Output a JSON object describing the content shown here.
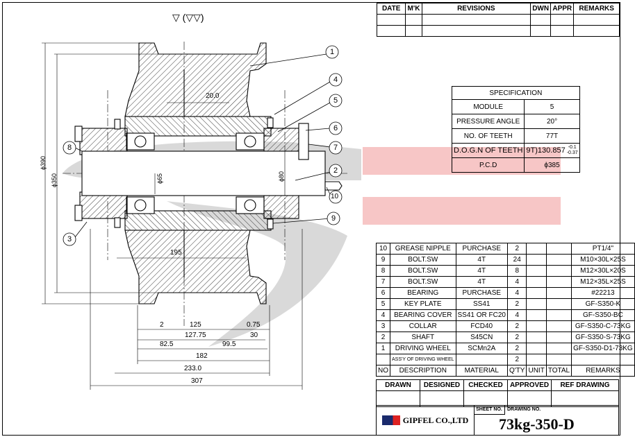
{
  "surface_finish": "▽ (▽▽)",
  "revisions": {
    "headers": [
      "DATE",
      "M'K",
      "REVISIONS",
      "DWN",
      "APPR",
      "REMARKS"
    ]
  },
  "specification": {
    "title": "SPECIFICATION",
    "rows": [
      {
        "label": "MODULE",
        "value": "5"
      },
      {
        "label": "PRESSURE ANGLE",
        "value": "20°"
      },
      {
        "label": "NO. OF TEETH",
        "value": "77T"
      },
      {
        "label": "D.O.G.N OF TEETH",
        "value": "9T)130.857",
        "tol_plus": "-0.1",
        "tol_minus": "-0.37"
      },
      {
        "label": "P.C.D",
        "value": "ϕ385"
      }
    ]
  },
  "bom": {
    "headers": [
      "NO",
      "DESCRIPTION",
      "MATERIAL",
      "Q'TY",
      "UNIT",
      "TOTAL",
      "REMARKS"
    ],
    "rows": [
      {
        "no": "10",
        "desc": "GREASE NIPPLE",
        "mat": "PURCHASE",
        "qty": "2",
        "remarks": "PT1/4\""
      },
      {
        "no": "9",
        "desc": "BOLT.SW",
        "mat": "4T",
        "qty": "24",
        "remarks": "M10×30L×25S"
      },
      {
        "no": "8",
        "desc": "BOLT.SW",
        "mat": "4T",
        "qty": "8",
        "remarks": "M12×30L×20S"
      },
      {
        "no": "7",
        "desc": "BOLT.SW",
        "mat": "4T",
        "qty": "4",
        "remarks": "M12×35L×25S"
      },
      {
        "no": "6",
        "desc": "BEARING",
        "mat": "PURCHASE",
        "qty": "4",
        "remarks": "#22213"
      },
      {
        "no": "5",
        "desc": "KEY PLATE",
        "mat": "SS41",
        "qty": "2",
        "remarks": "GF-S350-K"
      },
      {
        "no": "4",
        "desc": "BEARING COVER",
        "mat": "SS41 OR FC20",
        "qty": "4",
        "remarks": "GF-S350-BC"
      },
      {
        "no": "3",
        "desc": "COLLAR",
        "mat": "FCD40",
        "qty": "2",
        "remarks": "GF-S350-C-73KG"
      },
      {
        "no": "2",
        "desc": "SHAFT",
        "mat": "S45CN",
        "qty": "2",
        "remarks": "GF-S350-S-73KG"
      },
      {
        "no": "1",
        "desc": "DRIVING WHEEL",
        "mat": "SCMn2A",
        "qty": "2",
        "remarks": "GF-S350-D1-73KG"
      },
      {
        "no": "",
        "desc": "ASS'Y OF DRIVING WHEEL",
        "mat": "",
        "qty": "2",
        "remarks": ""
      }
    ]
  },
  "title_block": {
    "headers": [
      "DRAWN",
      "DESIGNED",
      "CHECKED",
      "APPROVED",
      "REF DRAWING"
    ],
    "sheet_no_label": "SHEET NO.",
    "drawing_no_label": "DRAWING NO.",
    "company": "GIPFEL CO.,LTD",
    "drawing_no": "73kg-350-D"
  },
  "dimensions": {
    "d390": "ϕ390",
    "d350": "ϕ350",
    "d65": "ϕ65",
    "d80": "ϕ80",
    "rib": "20.0",
    "len195": "195",
    "l2": "2",
    "l125": "125",
    "l075": "0.75",
    "l12775": "127.75",
    "l30": "30",
    "l825": "82.5",
    "l995": "99.5",
    "l182": "182",
    "l233": "233.0",
    "l307": "307"
  },
  "balloons": [
    "1",
    "2",
    "3",
    "4",
    "5",
    "6",
    "7",
    "8",
    "9",
    "10"
  ],
  "colors": {
    "watermark_gray": "#c8c8c8",
    "watermark_red": "#f8c8c8",
    "line": "#000000"
  }
}
